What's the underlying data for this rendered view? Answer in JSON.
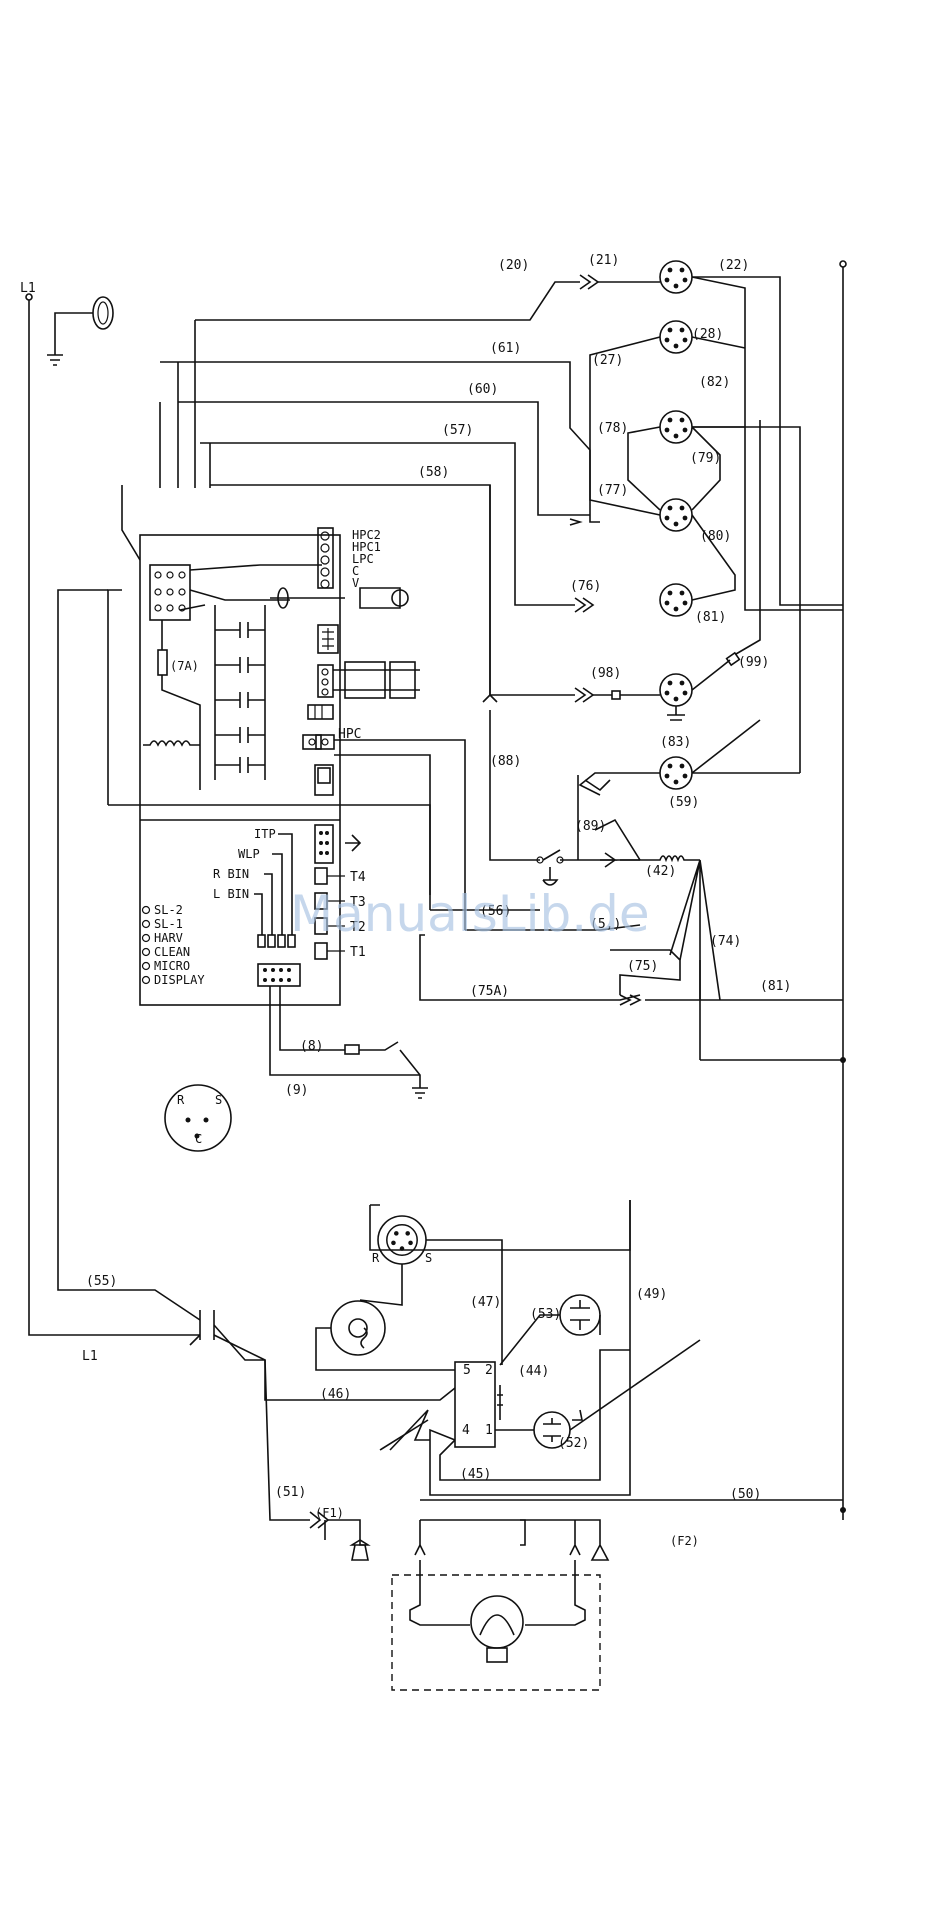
{
  "watermark": "ManualsLib.de",
  "colors": {
    "line": "#111111",
    "background": "#ffffff",
    "watermark": "#a9c3e3"
  },
  "line_labels": {
    "L1_top": "L1",
    "L1_bottom": "L1"
  },
  "wire_numbers": {
    "w20": "(20)",
    "w21": "(21)",
    "w22": "(22)",
    "w28": "(28)",
    "w27": "(27)",
    "w61": "(61)",
    "w60": "(60)",
    "w82": "(82)",
    "w57": "(57)",
    "w78": "(78)",
    "w79": "(79)",
    "w58": "(58)",
    "w77": "(77)",
    "w80": "(80)",
    "w7A": "(7A)",
    "w76": "(76)",
    "w81a": "(81)",
    "w98": "(98)",
    "w99": "(99)",
    "w88": "(88)",
    "w83": "(83)",
    "w59": "(59)",
    "w89": "(89)",
    "w42": "(42)",
    "w56": "(56)",
    "w5x": "(5.)",
    "w74": "(74)",
    "w75": "(75)",
    "w75A": "(75A)",
    "w81b": "(81)",
    "w8": "(8)",
    "w9": "(9)",
    "w55": "(55)",
    "w47": "(47)",
    "w53": "(53)",
    "w49": "(49)",
    "w44": "(44)",
    "w46": "(46)",
    "w52": "(52)",
    "w45": "(45)",
    "w51": "(51)",
    "w50": "(50)",
    "wF1": "(F1)",
    "wF2": "(F2)"
  },
  "control_board": {
    "terminals_right": [
      "HPC2",
      "HPC1",
      "LPC",
      "C",
      "V"
    ],
    "hpc_label": "HPC",
    "inputs": [
      "ITP",
      "WLP",
      "R BIN",
      "L BIN"
    ],
    "thermistors": [
      "T4",
      "T3",
      "T2",
      "T1"
    ],
    "indicators": [
      "SL-2",
      "SL-1",
      "HARV",
      "CLEAN",
      "MICRO",
      "DISPLAY"
    ]
  },
  "compressor_terminals": {
    "r": "R",
    "s": "S",
    "c": "C"
  },
  "motor_terminals": {
    "r": "R",
    "s": "S"
  },
  "relay_terminals": {
    "t5": "5",
    "t2": "2",
    "t4": "4",
    "t1": "1"
  }
}
